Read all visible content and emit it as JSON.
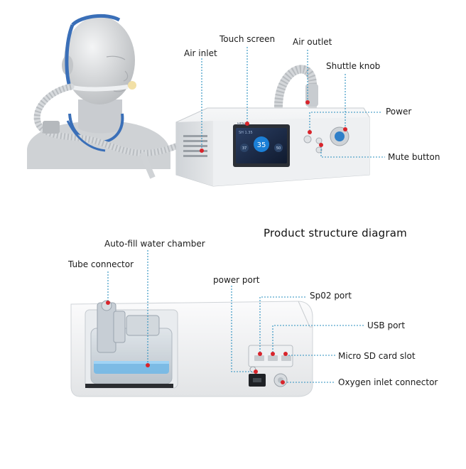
{
  "title": "Product structure diagram",
  "labels_top": {
    "touch_screen": "Touch screen",
    "air_outlet": "Air outlet",
    "air_inlet": "Air inlet",
    "shuttle_knob": "Shuttle knob",
    "power": "Power",
    "mute_button": "Mute button"
  },
  "labels_bottom": {
    "auto_fill_water_chamber": "Auto-fill water chamber",
    "tube_connector": "Tube connector",
    "power_port": "power port",
    "sp02_port": "Sp02 port",
    "usb_port": "USB port",
    "micro_sd_card_slot": "Micro SD card slot",
    "oxygen_inlet_connector": "Oxygen inlet connector"
  },
  "device_screen": {
    "brand": "HFNC",
    "model": "SH 1.35",
    "main_value": "35",
    "left_value": "37",
    "right_value": "50"
  },
  "colors": {
    "leader_line": "#2a8fbf",
    "dot": "#d8242b",
    "device_body": "#e8eaec",
    "mannequin": "#d6d8da",
    "headstrap": "#3a6fb8",
    "water": "#6fb7e8"
  }
}
